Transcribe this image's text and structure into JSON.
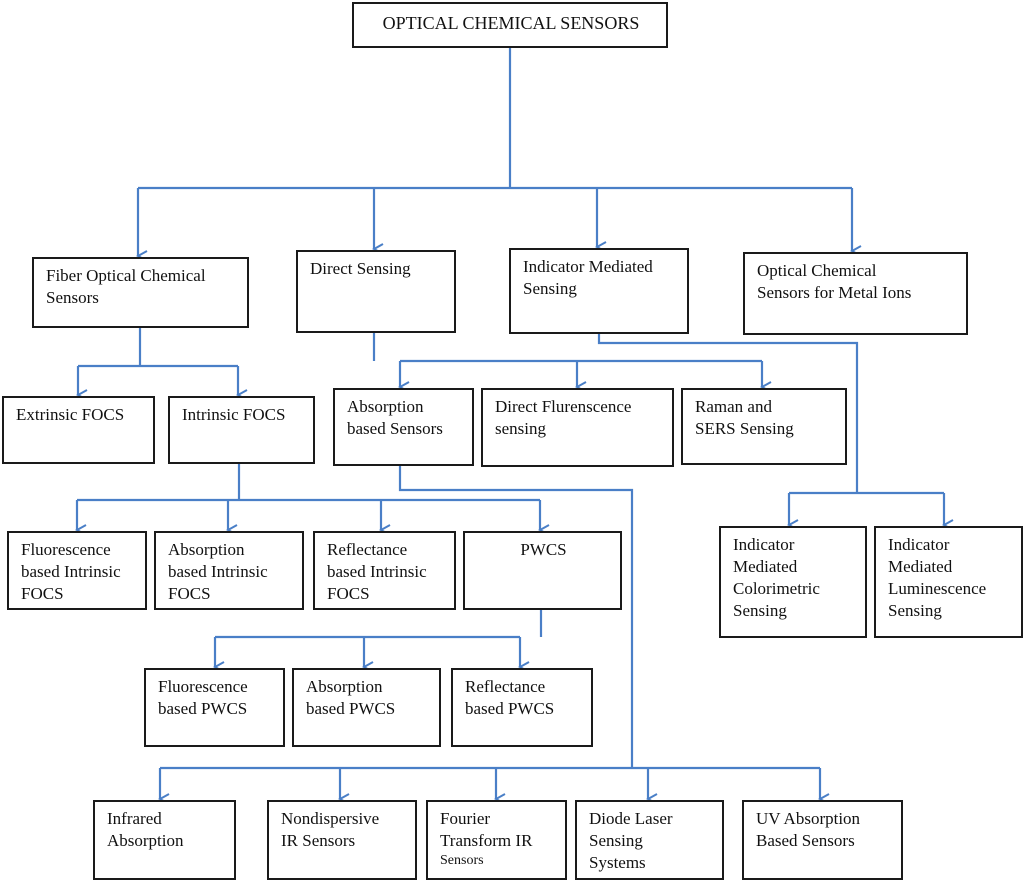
{
  "diagram": {
    "nodes": {
      "root": "OPTICAL CHEMICAL SENSORS",
      "fiber": "Fiber Optical Chemical\nSensors",
      "direct": "Direct Sensing",
      "indicator": "Indicator Mediated\nSensing",
      "metal": "Optical Chemical\nSensors for Metal Ions",
      "extrinsic": "Extrinsic FOCS",
      "intrinsic": "Intrinsic FOCS",
      "absorption": "Absorption\nbased Sensors",
      "fluorescence": "Direct   Flurenscence\nsensing",
      "raman": "Raman and\nSERS Sensing",
      "colorimetric": "Indicator\nMediated\nColorimetric\nSensing",
      "luminescence": "Indicator\nMediated\nLuminescence\nSensing",
      "fl_intrinsic": "Fluorescence\nbased Intrinsic\nFOCS",
      "ab_intrinsic": "Absorption\nbased   Intrinsic\nFOCS",
      "re_intrinsic": "Reflectance\nbased Intrinsic\nFOCS",
      "pwcs": "PWCS",
      "fl_pwcs": "Fluorescence\nbased PWCS",
      "ab_pwcs": "Absorption\nbased PWCS",
      "re_pwcs": "Reflectance\nbased PWCS",
      "infrared": "Infrared\nAbsorption",
      "nondispersive": "Nondispersive\nIR Sensors",
      "fourier": "Fourier\nTransform IR",
      "fourier_sub": "Sensors",
      "diode": "Diode Laser\nSensing\nSystems",
      "uv": "UV Absorption\nBased Sensors"
    },
    "line_color": "#4a7fc7",
    "border_color": "#1a1a1a"
  }
}
